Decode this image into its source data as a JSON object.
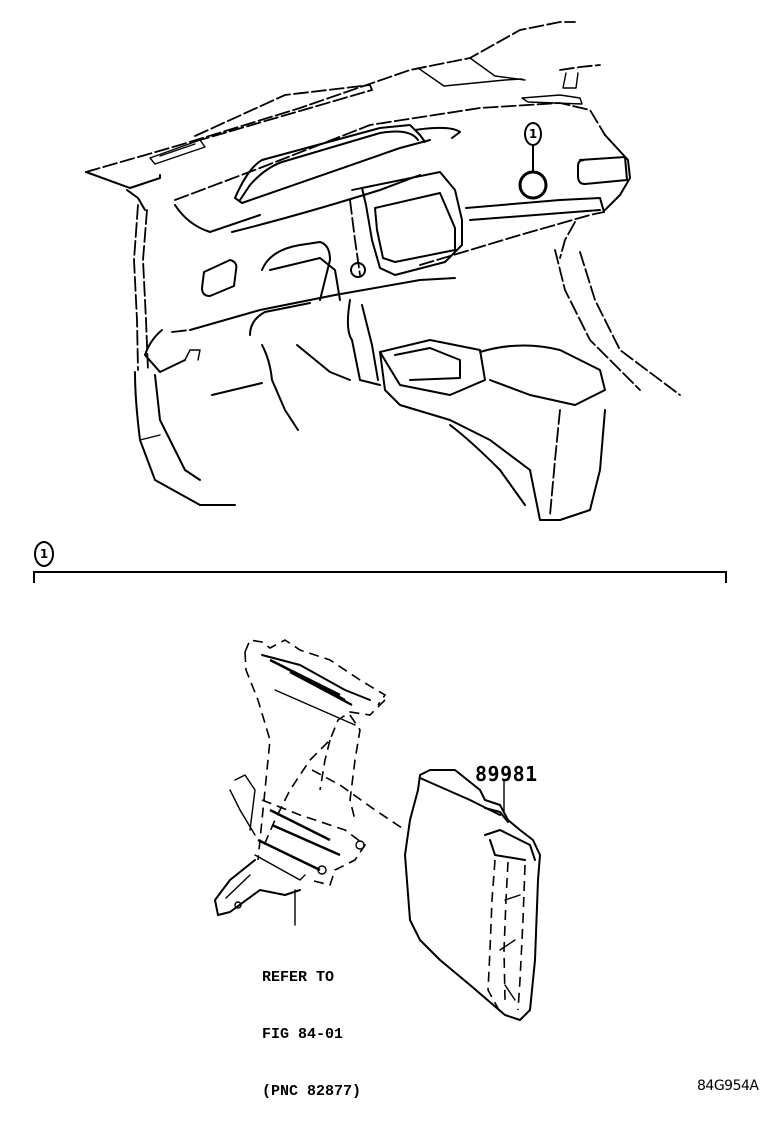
{
  "diagram": {
    "type": "parts-illustration",
    "subject": "instrument panel / dashboard with computer module location",
    "callouts": [
      {
        "id": "callout-1-top",
        "label": "1",
        "position": "on instrument panel right side, with leader to location circle"
      },
      {
        "id": "callout-1-section",
        "label": "1",
        "position": "section header for detail view"
      }
    ],
    "section": {
      "marker": "1"
    },
    "parts": [
      {
        "part_number": "89981",
        "description": "control module (ECU box)"
      }
    ],
    "reference_note": {
      "lines": [
        "REFER TO",
        "FIG 84-01",
        "(PNC 82877)"
      ]
    },
    "figure_id": "84G954A"
  }
}
